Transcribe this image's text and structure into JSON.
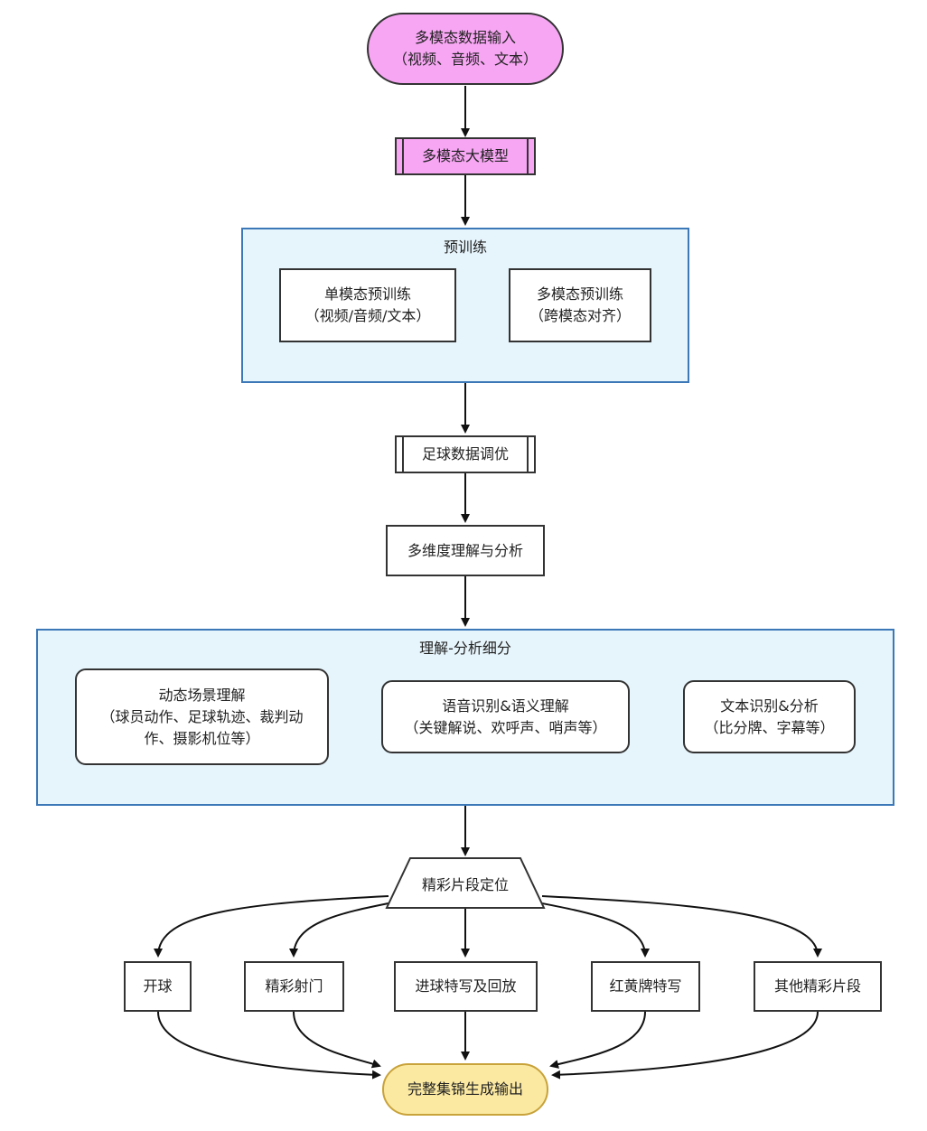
{
  "nodes": {
    "input": {
      "line1": "多模态数据输入",
      "line2": "（视频、音频、文本）"
    },
    "llm": {
      "label": "多模态大模型"
    },
    "pretrain": {
      "title": "预训练",
      "single": {
        "line1": "单模态预训练",
        "line2": "（视频/音频/文本）"
      },
      "multi": {
        "line1": "多模态预训练",
        "line2": "（跨模态对齐）"
      }
    },
    "finetune": {
      "label": "足球数据调优"
    },
    "understand": {
      "label": "多维度理解与分析"
    },
    "breakdown": {
      "title": "理解-分析细分",
      "scene": {
        "line1": "动态场景理解",
        "line2": "（球员动作、足球轨迹、裁判动",
        "line3": "作、摄影机位等）"
      },
      "speech": {
        "line1": "语音识别&语义理解",
        "line2": "（关键解说、欢呼声、哨声等）"
      },
      "text": {
        "line1": "文本识别&分析",
        "line2": "（比分牌、字幕等）"
      }
    },
    "locate": {
      "label": "精彩片段定位"
    },
    "clips": [
      {
        "label": "开球"
      },
      {
        "label": "精彩射门"
      },
      {
        "label": "进球特写及回放"
      },
      {
        "label": "红黄牌特写"
      },
      {
        "label": "其他精彩片段"
      }
    ],
    "output": {
      "label": "完整集锦生成输出"
    }
  },
  "colors": {
    "pink": "#f7a6f3",
    "cluster_fill": "#e6f4fb",
    "cluster_border": "#3c78b8",
    "gold_fill": "#fbe9a2",
    "gold_border": "#c8a23a",
    "stroke": "#333333"
  }
}
